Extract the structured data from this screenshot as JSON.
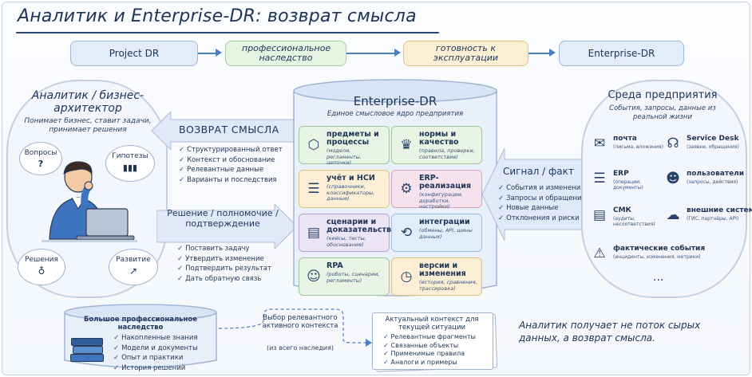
{
  "title": "Аналитик и Enterprise-DR: возврат смысла",
  "stages": [
    {
      "label": "Project DR"
    },
    {
      "label": "профессиональное наследство"
    },
    {
      "label": "готовность к эксплуатации"
    },
    {
      "label": "Enterprise-DR"
    }
  ],
  "analyst": {
    "title": "Аналитик / бизнес-архитектор",
    "desc": "Понимает бизнес, ставит задачи, принимает решения",
    "bubbles": [
      "Вопросы",
      "Гипотезы",
      "Решения",
      "Развитие"
    ]
  },
  "return_meaning": {
    "title": "ВОЗВРАТ СМЫСЛА",
    "items": [
      "Структурированный ответ",
      "Контекст и обоснование",
      "Релевантные данные",
      "Варианты и последствия"
    ]
  },
  "decision": {
    "title": "Решение / полномочие / подтверждение",
    "items": [
      "Поставить задачу",
      "Утвердить изменение",
      "Подтвердить результат",
      "Дать обратную связь"
    ]
  },
  "core": {
    "title": "Enterprise-DR",
    "subtitle": "Единое смысловое ядро предприятия",
    "boxes": [
      {
        "title": "предметы и процессы",
        "sub": "(модели, регламенты, цепочки)",
        "icon": "cube-icon",
        "glyph": "⬡",
        "color": "#e8f5e5",
        "border": "#9cc79a"
      },
      {
        "title": "нормы и качество",
        "sub": "(правила, проверки, соответствие)",
        "icon": "medal-icon",
        "glyph": "♛",
        "color": "#e8f5e5",
        "border": "#9cc79a"
      },
      {
        "title": "учёт и НСИ",
        "sub": "(справочники, классификаторы, данные)",
        "icon": "database-icon",
        "glyph": "☰",
        "color": "#fcefd6",
        "border": "#e2c27e"
      },
      {
        "title": "ERP-реализация",
        "sub": "(конфигурации, доработки, настройки)",
        "icon": "gear-icon",
        "glyph": "⚙",
        "color": "#f6e2ec",
        "border": "#d7a3bc"
      },
      {
        "title": "сценарии и доказательства",
        "sub": "(кейсы, тесты, обоснования)",
        "icon": "document-icon",
        "glyph": "▤",
        "color": "#ebe5f6",
        "border": "#b3a4d4"
      },
      {
        "title": "интеграции",
        "sub": "(обмены, API, шины данных)",
        "icon": "share-icon",
        "glyph": "⟲",
        "color": "#e1eef9",
        "border": "#9ebfe0"
      },
      {
        "title": "RPA",
        "sub": "(роботы, сценарии, регламенты)",
        "icon": "robot-icon",
        "glyph": "☺",
        "color": "#e8f5e5",
        "border": "#9cc79a"
      },
      {
        "title": "версии и изменения",
        "sub": "(история, сравнения, трассировка)",
        "icon": "clock-icon",
        "glyph": "◷",
        "color": "#fcefd6",
        "border": "#e2c27e"
      }
    ]
  },
  "signal": {
    "title": "Сигнал / факт",
    "items": [
      "События и изменения",
      "Запросы и обращения",
      "Новые данные",
      "Отклонения и риски"
    ]
  },
  "environment": {
    "title": "Среда предприятия",
    "subtitle": "События, запросы, данные из реальной жизни",
    "items": [
      {
        "title": "почта",
        "sub": "(письма, вложения)",
        "icon": "mail-icon",
        "glyph": "✉"
      },
      {
        "title": "Service Desk",
        "sub": "(заявки, обращения)",
        "icon": "headset-icon",
        "glyph": "☊"
      },
      {
        "title": "ERP",
        "sub": "(операции, документы)",
        "icon": "database-icon",
        "glyph": "☰"
      },
      {
        "title": "пользователи",
        "sub": "(запросы, действия)",
        "icon": "users-icon",
        "glyph": "☻"
      },
      {
        "title": "СМК",
        "sub": "(аудиты, несоответствия)",
        "icon": "document-icon",
        "glyph": "▤"
      },
      {
        "title": "внешние системы",
        "sub": "(ГИС, партнёры, API)",
        "icon": "cloud-icon",
        "glyph": "☁"
      },
      {
        "title": "фактические события",
        "sub": "(инциденты, изменения, метрики)",
        "icon": "warning-icon",
        "glyph": "⚠"
      }
    ],
    "more": "..."
  },
  "heritage": {
    "title": "Большое профессиональное наследство",
    "items": [
      "Накопленные знания",
      "Модели и документы",
      "Опыт и практики",
      "История решений"
    ]
  },
  "selection": {
    "label": "Выбор релевантного активного контекста",
    "note": "(из всего наследия)"
  },
  "context": {
    "title": "Актуальный контекст для текущей ситуации",
    "items": [
      "Релевантные фрагменты",
      "Связанные объекты",
      "Применимые правила",
      "Аналоги и примеры"
    ]
  },
  "conclusion": "Аналитик получает не поток сырых данных, а возврат смысла."
}
